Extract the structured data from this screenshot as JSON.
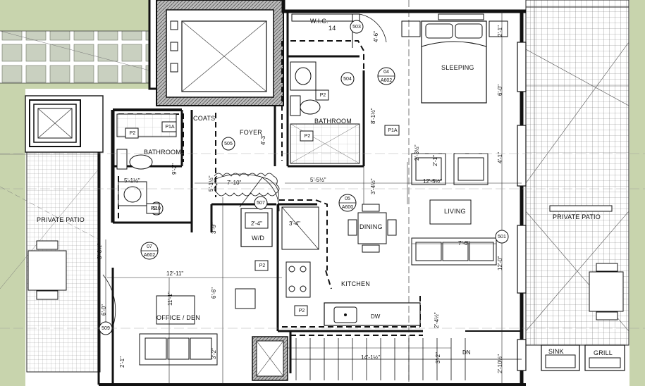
{
  "rooms": {
    "wic": "W.I.C.",
    "wic_num": "14",
    "sleeping": "SLEEPING",
    "bathroom_upper": "BATHROOM",
    "bathroom_left": "BATHROOM",
    "coats": "COATS",
    "foyer": "FOYER",
    "dining": "DINING",
    "living": "LIVING",
    "kitchen": "KITCHEN",
    "office": "OFFICE / DEN",
    "wd": "W/D",
    "private_patio_left": "PRIVATE PATIO",
    "private_patio_right": "PRIVATE PATIO",
    "sink": "SINK",
    "grill": "GRILL",
    "dw": "DW",
    "dn": "DN"
  },
  "tags": {
    "t503": "503",
    "t504": "504",
    "t505": "505",
    "t507": "507",
    "t509": "509",
    "t510": "510",
    "t501": "501",
    "s04_a": "04",
    "s04_b": "A602",
    "s05_a": "05",
    "s05_b": "A600",
    "s07_a": "07",
    "s07_b": "A602"
  },
  "finish": {
    "p2_a": "P2",
    "p2_b": "P2",
    "p2_c": "P2",
    "p2_d": "P2",
    "p2_e": "P2",
    "p2_f": "P2",
    "p1a_a": "P1A",
    "p1a_b": "P1A"
  },
  "dims": {
    "d_2_11": "2'-1\"",
    "d_6_0_sleep": "6'-0\"",
    "d_4_11": "4'-1\"",
    "d_2_11b": "2'-1\"",
    "d_8_1_2": "8'-1½\"",
    "d_4_3": "4'-3\"",
    "d_9_2": "9'-2\"",
    "d_5_1_2": "5'-1½\"",
    "d_5_1_2b": "5'-1½\"",
    "d_7_10": "7'-10\"",
    "d_5_5_2": "5'-5½\"",
    "d_3_4_1_2": "3'-4½\"",
    "d_12_5_1_2": "12'-5½\"",
    "d_2_3_2": "2'-3½\"",
    "d_4_6": "4'-6\"",
    "d_2_4": "2'-4\"",
    "d_3_4": "3'-4\"",
    "d_3_9": "3'-9\"",
    "d_7_6": "7'-6\"",
    "d_12_0": "12'-0\"",
    "d_3_6_1_2": "3'-6½\"",
    "d_12_11": "12'-11\"",
    "d_6_6": "6'-6\"",
    "d_11_1": "11'-1\"",
    "d_6_0": "6'-0\"",
    "d_3_2": "3'-2\"",
    "d_2_1": "2'-1\"",
    "d_14_1_2": "14'-1½\"",
    "d_2_4_2": "2'-4½\"",
    "d_3_2b": "3'-2\"",
    "d_2_10_2": "2'-10½\""
  }
}
